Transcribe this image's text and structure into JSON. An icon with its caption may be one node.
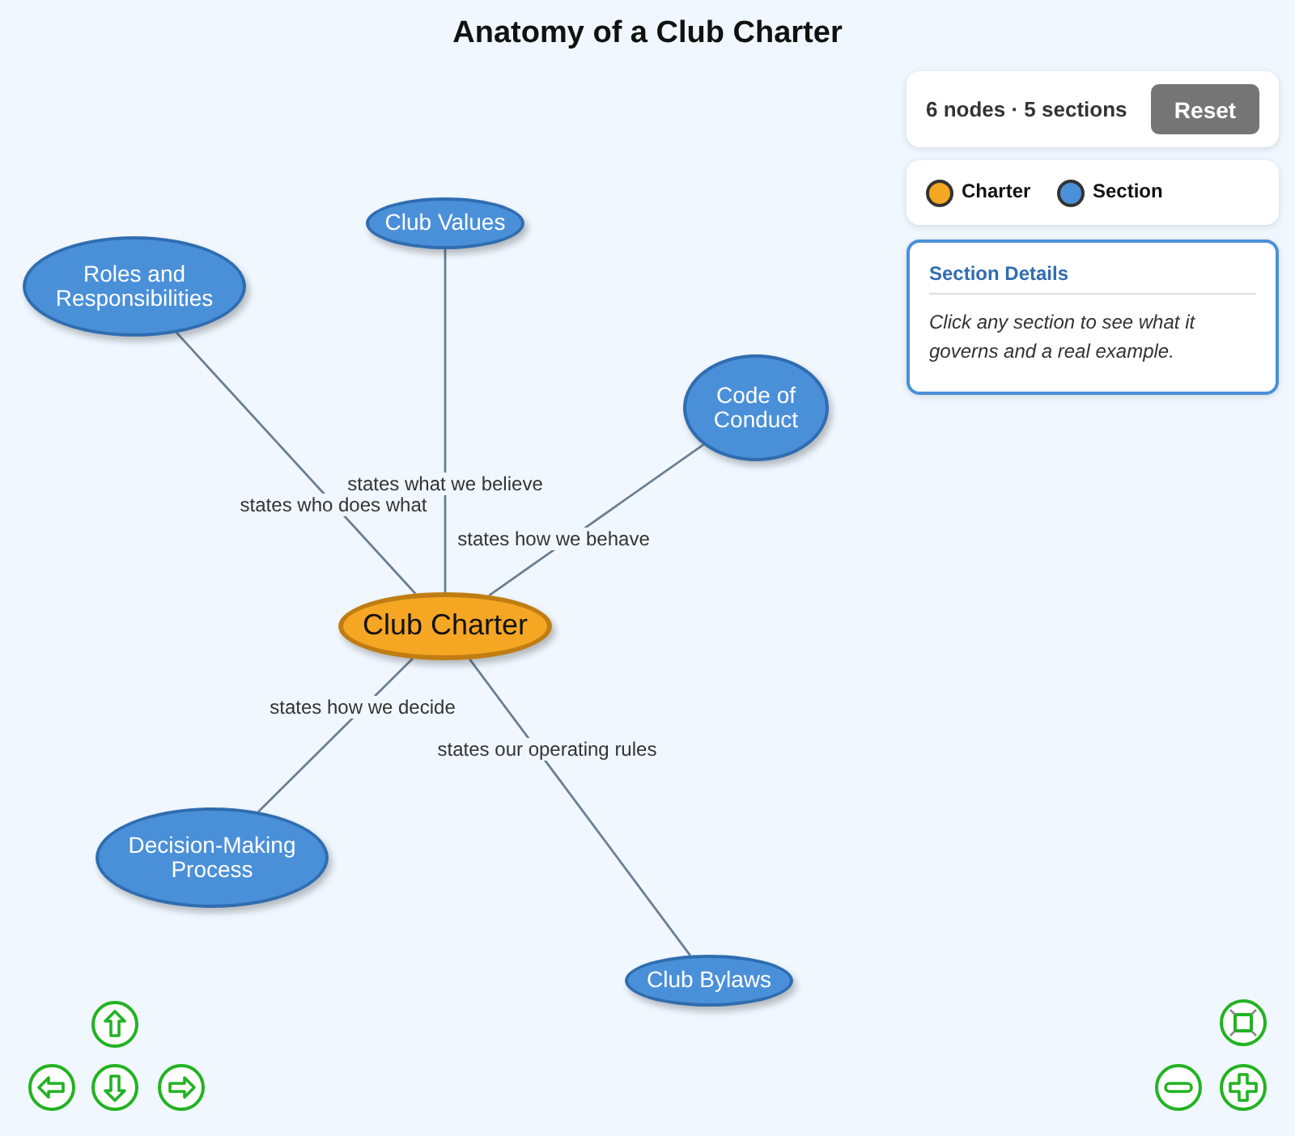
{
  "diagram": {
    "title": "Anatomy of a Club Charter",
    "nodes": [
      {
        "text": [
          "Club Charter"
        ]
      },
      {
        "text": [
          "Roles and Responsibilities"
        ]
      },
      {
        "text": [
          "Club Values"
        ]
      },
      {
        "text": [
          "Code of Conduct"
        ]
      },
      {
        "text": [
          "Decision-Making Process"
        ]
      },
      {
        "text": [
          "Club Bylaws"
        ]
      }
    ],
    "edges": [
      {
        "from": 0,
        "to": 2,
        "arrow": "none",
        "label": "states what we believe"
      },
      {
        "from": 0,
        "to": 1,
        "arrow": "none",
        "label": "states who does what"
      },
      {
        "from": 0,
        "to": 3,
        "arrow": "none",
        "label": "states how we behave"
      },
      {
        "from": 0,
        "to": 4,
        "arrow": "none",
        "label": "states how we decide"
      },
      {
        "from": 0,
        "to": 5,
        "arrow": "none",
        "label": "states our operating rules"
      }
    ],
    "labels": [
      "6 nodes · 5 sections",
      "Reset",
      "Section Details",
      "Click any section to see what it governs and a real example."
    ],
    "legend": [
      {
        "text": "Charter",
        "color": "#f5a623"
      },
      {
        "text": "Section",
        "color": "#4a90d9"
      }
    ]
  }
}
